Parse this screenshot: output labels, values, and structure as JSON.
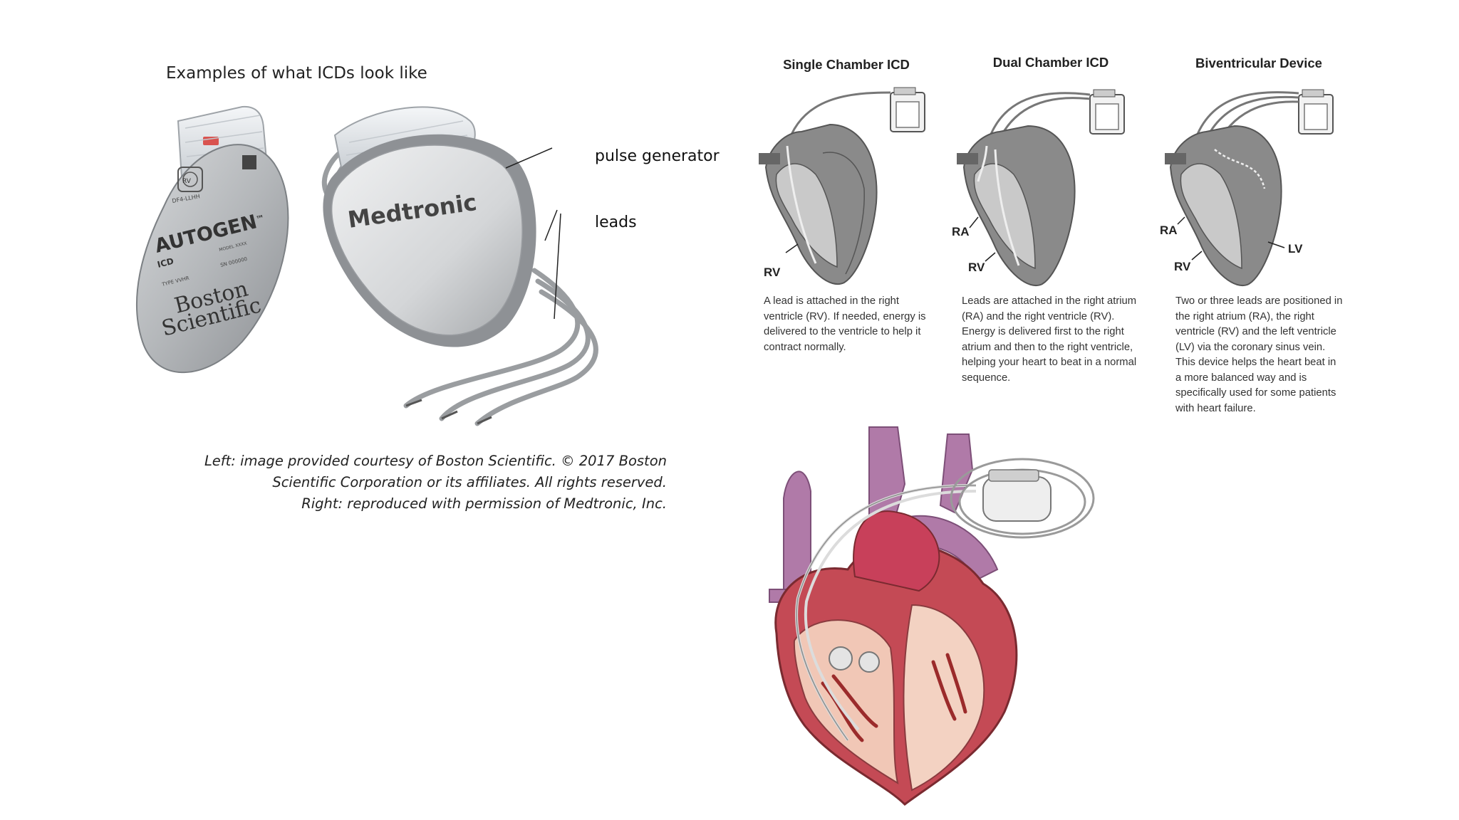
{
  "examples": {
    "title": "Examples of what ICDs look like",
    "left_device": {
      "brand": "AUTOGEN",
      "tm": "™",
      "type_label": "ICD",
      "manufacturer_line1": "Boston",
      "manufacturer_line2": "Scientific",
      "rv_badge": "RV",
      "connector_code": "DF4-LLHH",
      "model_line": "MODEL XXXX",
      "sn_line": "SN 000000",
      "type_line": "TYPE VVHR"
    },
    "right_device": {
      "brand": "Medtronic"
    },
    "callouts": {
      "pulse_generator": "pulse generator",
      "leads": "leads"
    },
    "credit": {
      "line1": "Left: image provided courtesy of Boston Scientific. © 2017 Boston",
      "line2": "Scientific Corporation or its affiliates. All rights reserved.",
      "line3": "Right: reproduced with permission of Medtronic, Inc."
    }
  },
  "icd_types": [
    {
      "title": "Single Chamber ICD",
      "labels": [
        "RV"
      ],
      "description": "A lead is attached in the right ventricle (RV). If needed, energy is delivered to the ventricle to help it contract normally."
    },
    {
      "title": "Dual Chamber ICD",
      "labels": [
        "RA",
        "RV"
      ],
      "description": "Leads are attached in the right atrium (RA) and the right ventricle (RV). Energy is delivered first to the right atrium and then to the right ventricle, helping your heart to beat in a normal sequence."
    },
    {
      "title": "Biventricular Device",
      "labels": [
        "RA",
        "RV",
        "LV"
      ],
      "description": "Two or three leads are positioned in the right atrium (RA), the right ventricle (RV) and the left ventricle (LV) via the coronary sinus vein. This device helps the heart beat in a more balanced way and is specifically used for some patients with heart failure."
    }
  ],
  "colors": {
    "device_metal": "#b9bcbf",
    "heart_red": "#c23a4a",
    "vessel_purple": "#a8739e",
    "diagram_gray": "#6f6f6f"
  }
}
